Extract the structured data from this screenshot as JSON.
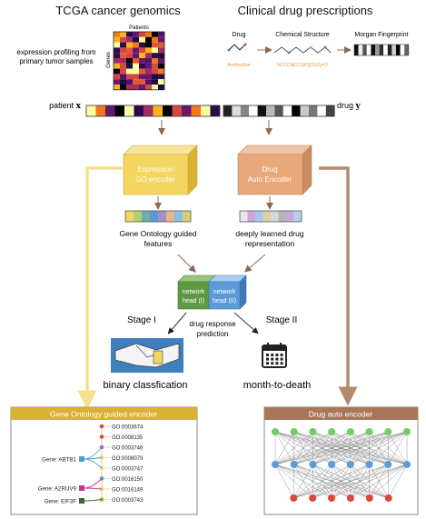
{
  "left_header": "TCGA cancer genomics",
  "right_header": "Clinical drug prescriptions",
  "patients_label": "Patients",
  "genes_label": "Genes",
  "expression_note_line1": "expression profiling from",
  "expression_note_line2": "primary tumor samples",
  "drug_label": "Drug",
  "drug_name": "Amifostine",
  "chem_label": "Chemical Structure",
  "smiles": "NCCCNCCS[P](O)(O)=O",
  "fingerprint_label": "Morgan Fingerprint",
  "patient_label": "patient",
  "patient_var": "x",
  "drug_label_vec": "drug",
  "drug_var": "y",
  "go_encoder_line1": "Expression",
  "go_encoder_line2": "GO encoder",
  "drug_encoder_line1": "Drug",
  "drug_encoder_line2": "Auto Encoder",
  "go_features_line1": "Gene Ontology guided",
  "go_features_line2": "features",
  "drug_rep_line1": "deeply learned drug",
  "drug_rep_line2": "representation",
  "head1_line1": "network",
  "head1_line2": "head (I)",
  "head2_line1": "network",
  "head2_line2": "head (II)",
  "stage1": "Stage I",
  "stage2": "Stage II",
  "pred_line1": "drug response",
  "pred_line2": "prediction",
  "binary_label": "binary classfication",
  "month_label": "month-to-death",
  "go_panel_title": "Gene Ontology guided encoder",
  "drug_panel_title": "Drug auto encoder",
  "genes": [
    "Gene: ABTB1",
    "Gene: A2RUV9",
    "Gene: EIF3F"
  ],
  "go_terms": [
    "GO:0003674",
    "GO:0008135",
    "GO:0003746",
    "GO:0008079",
    "GO:0003747",
    "GO:0016150",
    "GO:0016149",
    "GO:0003743"
  ],
  "colors": {
    "go_box": "#f3d560",
    "drug_box": "#e9a87a",
    "head1": "#5e9a45",
    "head2": "#5c9bd7",
    "yellow_arrow": "#f7e08b",
    "brown_arrow": "#b48a6c",
    "go_panel_header": "#d9b232",
    "drug_panel_header": "#a8775a"
  },
  "icons": [
    "heatmap-icon",
    "fingerprint-icon",
    "handshake-icon",
    "calendar-icon",
    "network-icon"
  ]
}
